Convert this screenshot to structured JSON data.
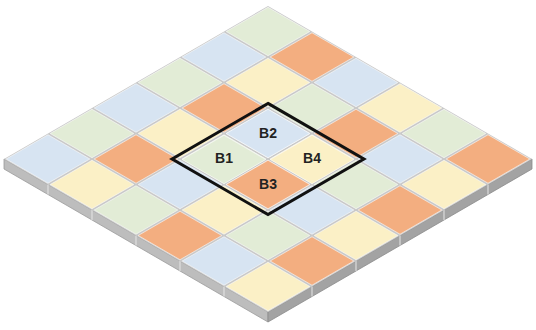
{
  "diagram": {
    "nodes": [
      {
        "text": [
          "B2"
        ]
      },
      {
        "text": [
          "B1"
        ]
      },
      {
        "text": [
          "B4"
        ]
      },
      {
        "text": [
          "B3"
        ]
      }
    ]
  }
}
